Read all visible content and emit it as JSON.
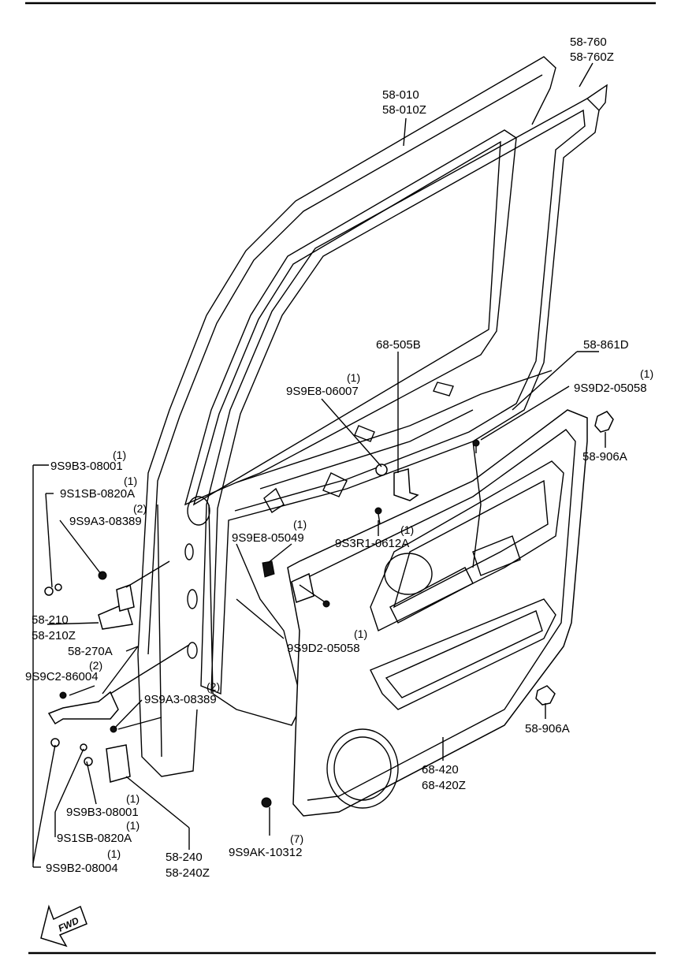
{
  "callouts": {
    "c58760": [
      "58-760",
      "58-760Z"
    ],
    "c58010": [
      "58-010",
      "58-010Z"
    ],
    "c68505b": [
      "68-505B"
    ],
    "c58861d": [
      "58-861D"
    ],
    "c9s9e806007": [
      "(1)",
      "9S9E8-06007"
    ],
    "c9s9d205058a": [
      "(1)",
      "9S9D2-05058"
    ],
    "c58906a_top": [
      "58-906A"
    ],
    "c9s9b308001_top": [
      "(1)",
      "9S9B3-08001"
    ],
    "c9s1sb0820a_top": [
      "(1)",
      "9S1SB-0820A"
    ],
    "c9s9a308389_top": [
      "(2)",
      "9S9A3-08389"
    ],
    "c9s9e805049": [
      "(1)",
      "9S9E8-05049"
    ],
    "c9s3r10612a": [
      "(1)",
      "9S3R1-0612A"
    ],
    "c58210": [
      "58-210",
      "58-210Z"
    ],
    "c58270a": [
      "58-270A"
    ],
    "c9s9d205058b": [
      "(1)",
      "9S9D2-05058"
    ],
    "c9s9c286004": [
      "9S9C2-86004",
      "(2)"
    ],
    "c9s9a308389_mid": [
      "9S9A3-08389",
      "(2)"
    ],
    "c58906a_low": [
      "58-906A"
    ],
    "c68420": [
      "68-420",
      "68-420Z"
    ],
    "c9s9b308001_bot": [
      "9S9B3-08001",
      "(1)"
    ],
    "c9s1sb0820a_bot": [
      "9S1SB-0820A",
      "(1)"
    ],
    "c58240": [
      "58-240",
      "58-240Z"
    ],
    "c9s9ak10312": [
      "(7)",
      "9S9AK-10312"
    ],
    "c9s9b208004": [
      "(1)",
      "9S9B2-08004"
    ]
  },
  "fwd_label": "FWD"
}
